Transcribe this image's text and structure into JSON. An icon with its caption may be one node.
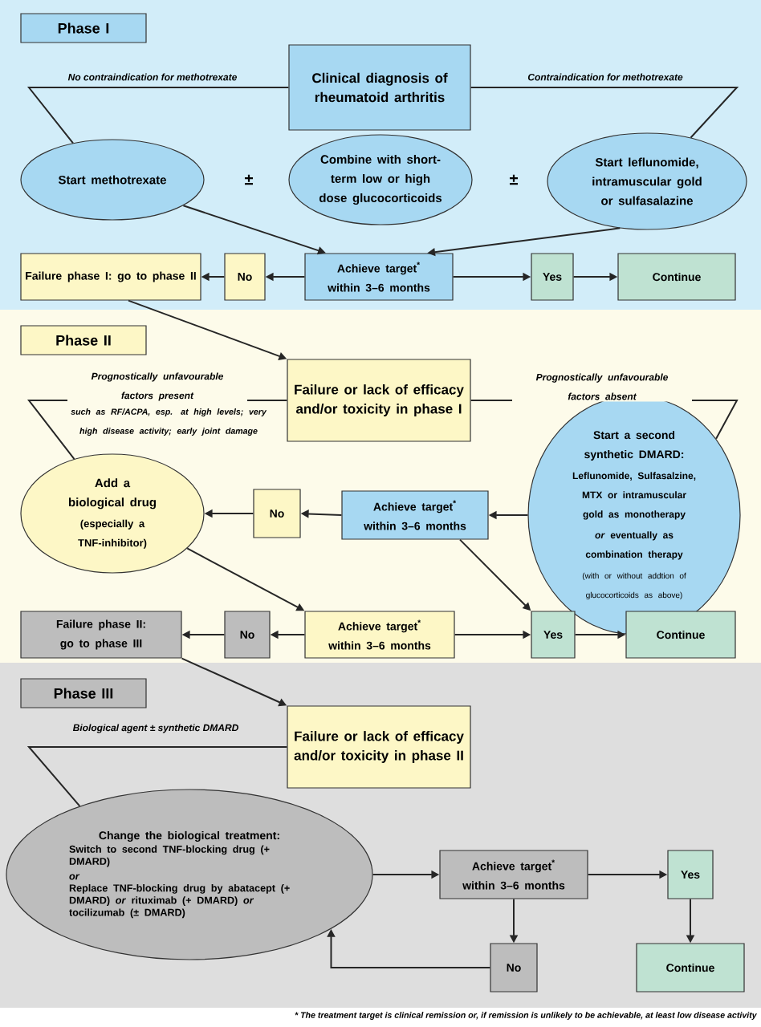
{
  "diagram": {
    "nodes": [
      {
        "text": [
          "Phase I"
        ]
      },
      {
        "text": [
          "Clinical diagnosis of rheumatoid arthritis"
        ]
      },
      {
        "text": [
          "Start methotrexate"
        ]
      },
      {
        "text": [
          "Combine with short-term low or high dose glucocorticoids"
        ]
      },
      {
        "text": [
          "Start leflunomide, intramuscular gold or sulfasalazine"
        ]
      },
      {
        "text": [
          "Achieve target$^{*}$ within 3–6 months"
        ]
      },
      {
        "text": [
          "No"
        ]
      },
      {
        "text": [
          "Failure phase I: go to phase II"
        ]
      },
      {
        "text": [
          "Yes"
        ]
      },
      {
        "text": [
          "Continue"
        ]
      },
      {
        "text": [
          "Phase II"
        ]
      },
      {
        "text": [
          "Failure or lack of efficacy and/or toxicity in phase I"
        ]
      },
      {
        "text": [
          "Add a biological drug",
          "(especially a TNF-inhibitor)"
        ]
      },
      {
        "text": [
          "No"
        ]
      },
      {
        "text": [
          "Achieve target$^{*}$ within 3–6 months"
        ]
      },
      {
        "text": [
          "Start a second synthetic DMARD:",
          "Leflunomide, Sulfasalzine, MTX or intramuscular gold as monotherapy",
          "*or* eventually as combination therapy",
          "(with or without addtion of glucocorticoids as above)"
        ]
      },
      {
        "text": [
          "Failure phase II: go to phase III"
        ]
      },
      {
        "text": [
          "No"
        ]
      },
      {
        "text": [
          "Achieve target$^{*}$ within 3–6 months"
        ]
      },
      {
        "text": [
          "Yes"
        ]
      },
      {
        "text": [
          "Continue"
        ]
      },
      {
        "text": [
          "Phase III"
        ]
      },
      {
        "text": [
          "Failure or lack of efficacy and/or toxicity in phase II"
        ]
      },
      {
        "text": [
          "Change the biological treatment:",
          "Switch to second TNF-blocking drug (+ DMARD)",
          "*or*",
          "Replace TNF-blocking drug by abatacept (+ DMARD) *or* rituximab (+ DMARD) *or* tocilizumab (± DMARD)"
        ]
      },
      {
        "text": [
          "Achieve target$^{*}$ within 3–6 months"
        ]
      },
      {
        "text": [
          "Yes"
        ]
      },
      {
        "text": [
          "No"
        ]
      },
      {
        "text": [
          "Continue"
        ]
      }
    ],
    "edges": [
      {
        "from": 1,
        "to": 2,
        "arrow": "none",
        "label": "No contraindication for methotrexate"
      },
      {
        "from": 1,
        "to": 4,
        "arrow": "none",
        "label": "Contraindication for methotrexate"
      },
      {
        "from": 2,
        "to": 5,
        "arrow": "to"
      },
      {
        "from": 4,
        "to": 5,
        "arrow": "to"
      },
      {
        "from": 5,
        "to": 6,
        "arrow": "to"
      },
      {
        "from": 6,
        "to": 7,
        "arrow": "to"
      },
      {
        "from": 5,
        "to": 8,
        "arrow": "to"
      },
      {
        "from": 8,
        "to": 9,
        "arrow": "to"
      },
      {
        "from": 7,
        "to": 11,
        "arrow": "to"
      },
      {
        "from": 11,
        "to": 12,
        "arrow": "none",
        "label": "Prognostically unfavourable factors present"
      },
      {
        "from": 11,
        "to": 15,
        "arrow": "none",
        "label": "Prognostically unfavourable factors absent"
      },
      {
        "from": 15,
        "to": 14,
        "arrow": "to"
      },
      {
        "from": 14,
        "to": 13,
        "arrow": "to"
      },
      {
        "from": 13,
        "to": 12,
        "arrow": "to"
      },
      {
        "from": 12,
        "to": 18,
        "arrow": "to"
      },
      {
        "from": 14,
        "to": 19,
        "arrow": "to"
      },
      {
        "from": 18,
        "to": 17,
        "arrow": "to"
      },
      {
        "from": 17,
        "to": 16,
        "arrow": "to"
      },
      {
        "from": 18,
        "to": 19,
        "arrow": "to"
      },
      {
        "from": 19,
        "to": 20,
        "arrow": "to"
      },
      {
        "from": 16,
        "to": 22,
        "arrow": "to"
      },
      {
        "from": 22,
        "to": 23,
        "arrow": "none",
        "label": "Biological agent ± synthetic DMARD"
      },
      {
        "from": 23,
        "to": 24,
        "arrow": "to"
      },
      {
        "from": 24,
        "to": 25,
        "arrow": "to"
      },
      {
        "from": 25,
        "to": 27,
        "arrow": "to"
      },
      {
        "from": 24,
        "to": 26,
        "arrow": "to"
      },
      {
        "from": 26,
        "to": 23,
        "arrow": "to"
      }
    ],
    "labels": [
      "±",
      "±",
      "such as RF/ACPA, esp. at high levels; very high disease activity; early joint damage",
      "* The treatment target is clinical remission or, if remission is unlikely to be achievable, at least low disease activity"
    ]
  }
}
